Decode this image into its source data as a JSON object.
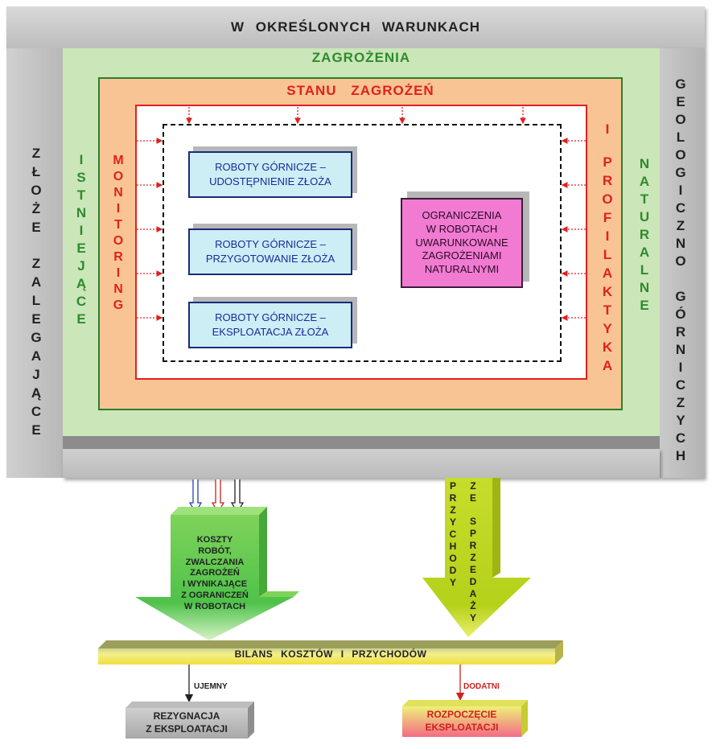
{
  "frame": {
    "top_label": "W OKREŚLONYCH WARUNKACH",
    "left_label_1": [
      "Z",
      "Ł",
      "O",
      "Ż",
      "E"
    ],
    "left_label_2": [
      "Z",
      "A",
      "L",
      "E",
      "G",
      "A",
      "J",
      "Ą",
      "C",
      "E"
    ],
    "right_label_1": [
      "G",
      "E",
      "O",
      "L",
      "O",
      "G",
      "I",
      "C",
      "Z",
      "N",
      "O"
    ],
    "right_label_2": [
      "G",
      "Ó",
      "R",
      "N",
      "I",
      "C",
      "Z",
      "Y",
      "C",
      "H"
    ]
  },
  "green": {
    "title": "ZAGROŻENIA",
    "left_vertical": [
      "I",
      "S",
      "T",
      "N",
      "I",
      "E",
      "J",
      "Ą",
      "C",
      "E"
    ],
    "right_vertical": [
      "N",
      "A",
      "T",
      "U",
      "R",
      "A",
      "L",
      "N",
      "E"
    ],
    "color": "#2e8b2e"
  },
  "orange": {
    "title": "STANU ZAGROŻEŃ",
    "left_vertical": [
      "M",
      "O",
      "N",
      "I",
      "T",
      "O",
      "R",
      "I",
      "N",
      "G"
    ],
    "right_vertical_1": [
      "I"
    ],
    "right_vertical_2": [
      "P",
      "R",
      "O",
      "F",
      "I",
      "L",
      "A",
      "K",
      "T",
      "Y",
      "K",
      "A"
    ],
    "color": "#e02020"
  },
  "boxes": {
    "box1": "ROBOTY GÓRNICZE –\nUDOSTĘPNIENIE ZŁOŻA",
    "box2": "ROBOTY GÓRNICZE –\nPRZYGOTOWANIE ZŁOŻA",
    "box3": "ROBOTY GÓRNICZE –\nEKSPLOATACJA ZŁOŻA",
    "constraints": "OGRANICZENIA\nW ROBOTACH\nUWARUNKOWANE\nZAGROŻENIAMI\nNATURALNYMI"
  },
  "arrows": {
    "costs": "KOSZTY\nROBÓT,\nZWALCZANIA\nZAGROŻEŃ\nI WYNIKAJĄCE\nZ OGRANICZEŃ\nW ROBOTACH",
    "revenue_1": [
      "P",
      "R",
      "Z",
      "Y",
      "C",
      "H",
      "O",
      "D",
      "Y"
    ],
    "revenue_2": [
      "Z",
      "E"
    ],
    "revenue_3": [
      "S",
      "P",
      "R",
      "Z",
      "E",
      "D",
      "A",
      "Ż",
      "Y"
    ]
  },
  "balance": {
    "label": "BILANS KOSZTÓW I PRZYCHODÓW",
    "negative": "UJEMNY",
    "positive": "DODATNI",
    "resign": "REZYGNACJA\nZ EKSPLOATACJI",
    "start": "ROZPOCZĘCIE\nEKSPLOATACJI"
  }
}
